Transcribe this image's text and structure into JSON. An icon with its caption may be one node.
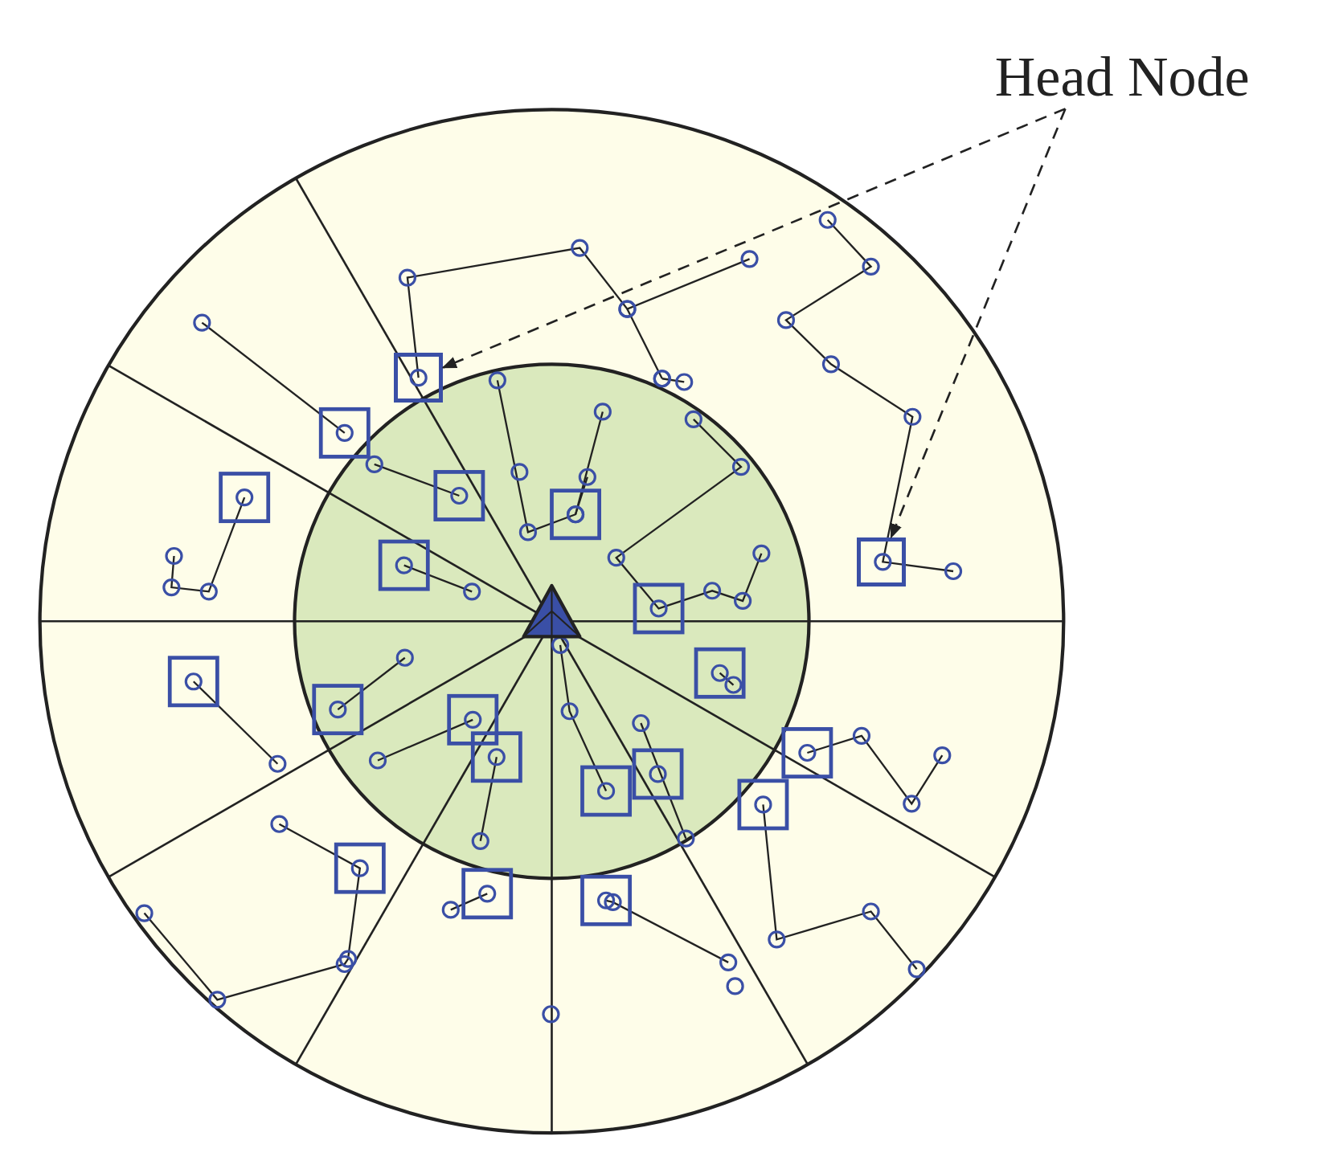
{
  "diagram": {
    "nodes": [
      {
        "text": [
          "Head Node"
        ]
      },
      {
        "text": [],
        "shape": "box"
      },
      {
        "text": [],
        "shape": "box"
      }
    ],
    "edges": [
      {
        "from": 0,
        "to": 1,
        "arrow": "to",
        "style": "dashed"
      },
      {
        "from": 0,
        "to": 2,
        "arrow": "to",
        "style": "dashed"
      }
    ]
  }
}
